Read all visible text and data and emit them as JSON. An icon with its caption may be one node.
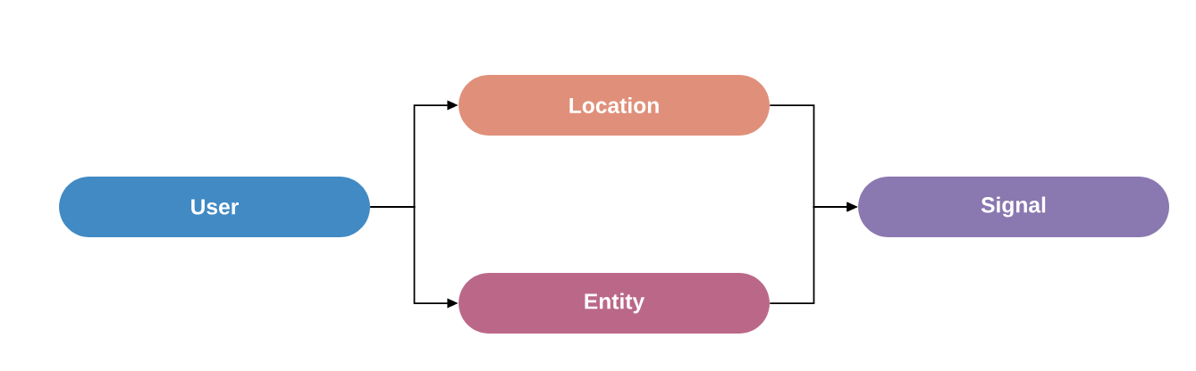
{
  "diagram": {
    "nodes": [
      {
        "text": [
          "User"
        ]
      },
      {
        "text": [
          "Location"
        ]
      },
      {
        "text": [
          "Entity"
        ]
      },
      {
        "text": [
          "Signal"
        ]
      }
    ],
    "edges": [
      {
        "from": 0,
        "to": 1,
        "arrow": "to"
      },
      {
        "from": 0,
        "to": 2,
        "arrow": "to"
      },
      {
        "from": 1,
        "to": 3,
        "arrow": "to"
      },
      {
        "from": 2,
        "to": 3,
        "arrow": "to"
      }
    ]
  }
}
